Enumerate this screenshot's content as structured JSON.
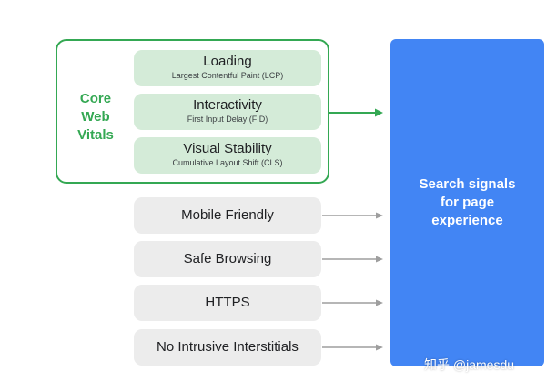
{
  "core_web_vitals": {
    "label_lines": [
      "Core",
      "Web",
      "Vitals"
    ],
    "items": [
      {
        "name": "Loading",
        "subtitle": "Largest Contentful Paint (LCP)"
      },
      {
        "name": "Interactivity",
        "subtitle": "First Input Delay (FID)"
      },
      {
        "name": "Visual Stability",
        "subtitle": "Cumulative Layout Shift (CLS)"
      }
    ],
    "accent_color": "#34a853",
    "item_fill_color": "#d4ebd8"
  },
  "other_signals": {
    "items": [
      {
        "name": "Mobile Friendly"
      },
      {
        "name": "Safe Browsing"
      },
      {
        "name": "HTTPS"
      },
      {
        "name": "No Intrusive Interstitials"
      }
    ],
    "fill_color": "#ececec",
    "arrow_color": "#9e9e9e"
  },
  "search_signals": {
    "text_lines": [
      "Search signals",
      "for page",
      "experience"
    ],
    "fill_color": "#4285f4"
  },
  "watermark": {
    "text": "知乎 @jamesdu"
  }
}
